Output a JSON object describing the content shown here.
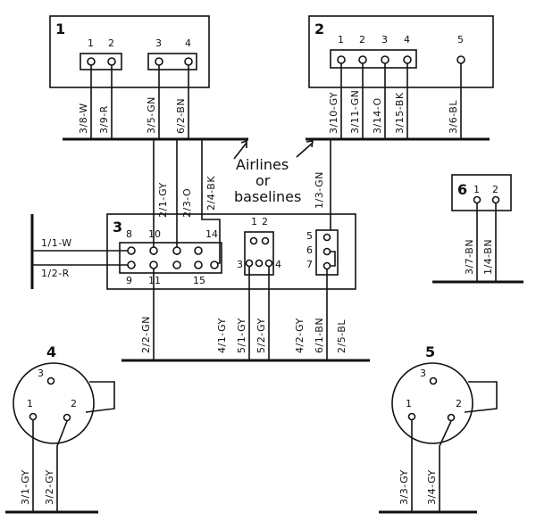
{
  "components": [
    {
      "id": "c1",
      "number": "1",
      "pins": [
        "1",
        "2",
        "3",
        "4"
      ]
    },
    {
      "id": "c2",
      "number": "2",
      "pins": [
        "1",
        "2",
        "3",
        "4",
        "5"
      ]
    },
    {
      "id": "c3",
      "number": "3",
      "pins_top": [
        "8",
        "10",
        "14"
      ],
      "pins_bottom": [
        "9",
        "11",
        "15"
      ],
      "relay_pins": [
        "1",
        "2",
        "3",
        "4"
      ],
      "switch_pins": [
        "5",
        "6",
        "7"
      ]
    },
    {
      "id": "c4",
      "number": "4",
      "pins": [
        "1",
        "2",
        "3"
      ]
    },
    {
      "id": "c5",
      "number": "5",
      "pins": [
        "1",
        "2",
        "3"
      ]
    },
    {
      "id": "c6",
      "number": "6",
      "pins": [
        "1",
        "2"
      ]
    }
  ],
  "wires": {
    "c1": [
      "3/8-W",
      "3/9-R",
      "3/5-GN",
      "6/2-BN"
    ],
    "c2": [
      "3/10-GY",
      "3/11-GN",
      "3/14-O",
      "3/15-BK",
      "3/6-BL"
    ],
    "c3_top": [
      "2/1-GY",
      "2/3-O",
      "2/4-BK",
      "1/3-GN"
    ],
    "c3_left": [
      "1/1-W",
      "1/2-R"
    ],
    "c3_bottom": [
      "2/2-GN",
      "4/1-GY",
      "5/1-GY",
      "5/2-GY",
      "4/2-GY",
      "6/1-BN",
      "2/5-BL"
    ],
    "c4": [
      "3/1-GY",
      "3/2-GY"
    ],
    "c5": [
      "3/3-GY",
      "3/4-GY"
    ],
    "c6": [
      "3/7-BN",
      "1/4-BN"
    ]
  },
  "annotation": {
    "line1": "Airlines",
    "line2": "or",
    "line3": "baselines"
  }
}
